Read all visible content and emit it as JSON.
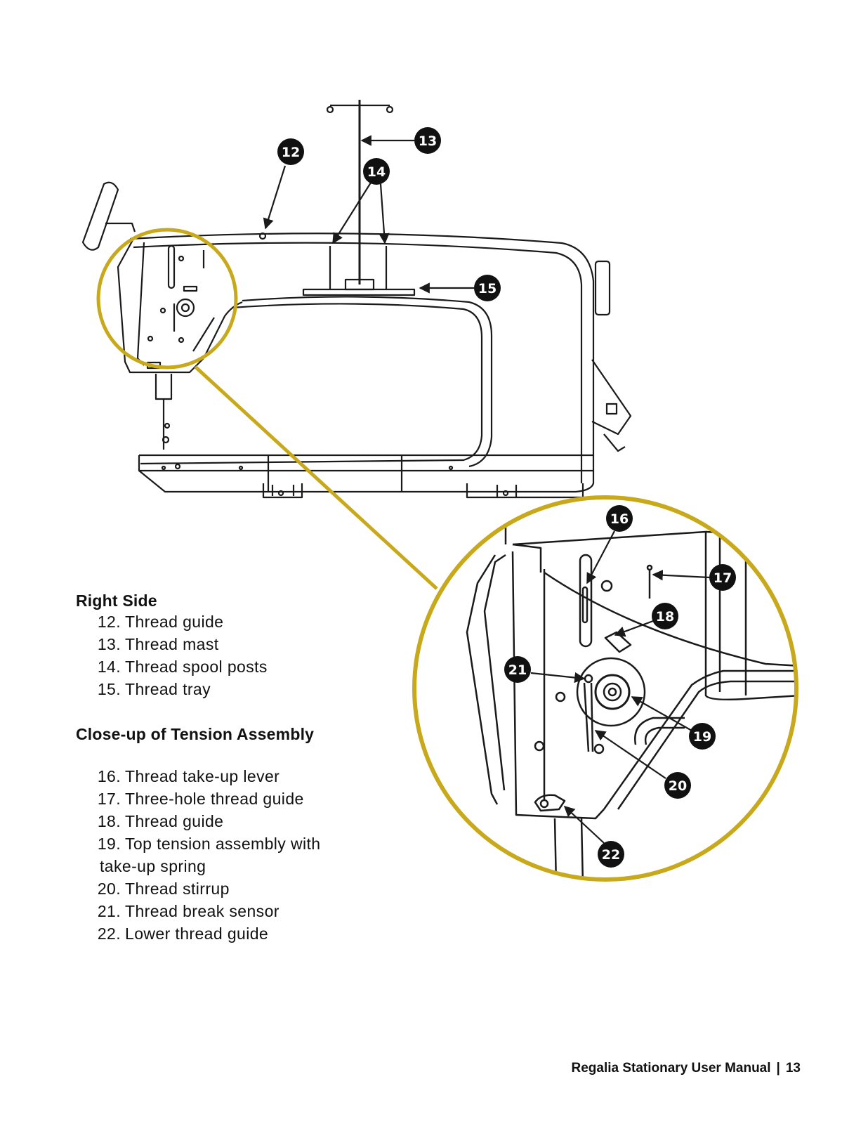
{
  "colors": {
    "accent": "#c9a91c",
    "line": "#1a1a1a",
    "badge": "#111111"
  },
  "callouts": [
    "12",
    "13",
    "14",
    "15",
    "16",
    "17",
    "18",
    "19",
    "20",
    "21",
    "22"
  ],
  "right_side": {
    "heading": "Right Side",
    "items": [
      {
        "num": "12.",
        "text": "Thread guide"
      },
      {
        "num": "13.",
        "text": "Thread mast"
      },
      {
        "num": "14.",
        "text": "Thread spool posts"
      },
      {
        "num": "15.",
        "text": "Thread tray"
      }
    ]
  },
  "closeup": {
    "heading": "Close-up of Tension Assembly",
    "items": [
      {
        "num": "16.",
        "text": "Thread take-up lever"
      },
      {
        "num": "17.",
        "text": "Three-hole thread guide"
      },
      {
        "num": "18.",
        "text": "Thread guide"
      },
      {
        "num": "19.",
        "text": "Top tension assembly with"
      },
      {
        "num": "",
        "text": "take-up spring"
      },
      {
        "num": "20.",
        "text": "Thread stirrup"
      },
      {
        "num": "21.",
        "text": "Thread break sensor"
      },
      {
        "num": "22.",
        "text": "Lower thread guide"
      }
    ]
  },
  "footer": {
    "title": "Regalia Stationary User Manual",
    "separator": "|",
    "page": "13"
  }
}
